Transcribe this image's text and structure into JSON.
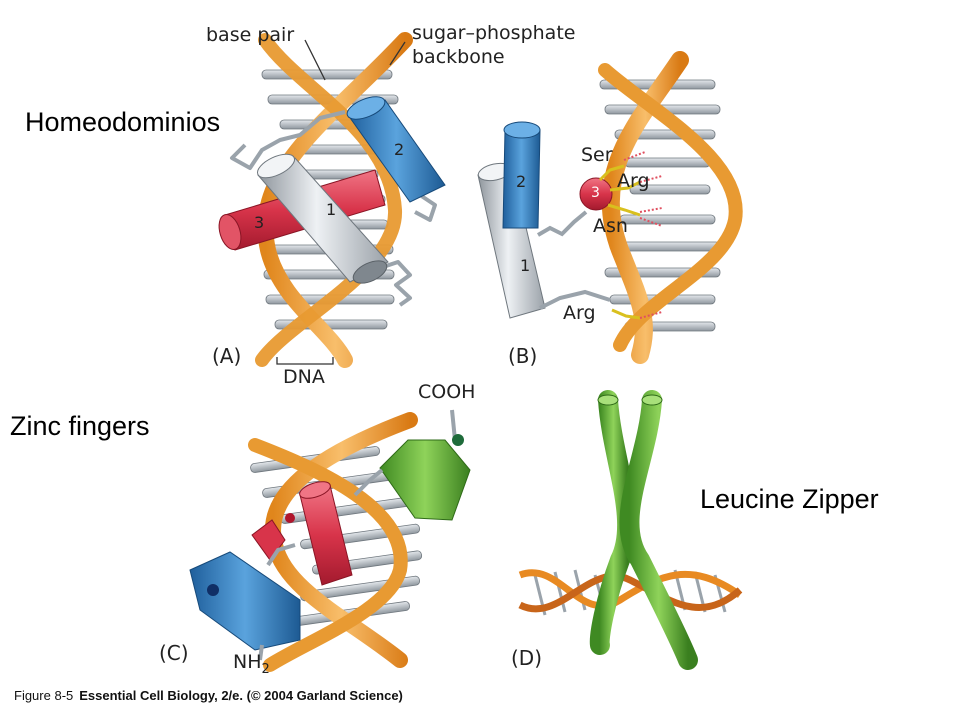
{
  "side_titles": {
    "homeodomains": "Homeodominios",
    "zinc_fingers": "Zinc fingers",
    "leucine_zipper": "Leucine Zipper"
  },
  "panel_a": {
    "letter": "(A)",
    "base_pair_label": "base pair",
    "backbone_label_line1": "sugar–phosphate",
    "backbone_label_line2": "backbone",
    "dna_label": "DNA",
    "helix_numbers": [
      "1",
      "2",
      "3"
    ]
  },
  "panel_b": {
    "letter": "(B)",
    "residues": [
      "Ser",
      "Arg",
      "Asn",
      "Arg"
    ],
    "helix_numbers": [
      "1",
      "2",
      "3"
    ]
  },
  "panel_c": {
    "letter": "(C)",
    "cooh_label": "COOH",
    "nh2_label": "NH",
    "nh2_subscript": "2"
  },
  "panel_d": {
    "letter": "(D)"
  },
  "caption": {
    "figure": "Figure 8-5",
    "text": "Essential Cell Biology, 2/e. (© 2004 Garland Science)"
  },
  "colors": {
    "backbone": "#f0a23a",
    "base_pair": "#b5bcc4",
    "helix_blue": "#3a86c8",
    "helix_red": "#d8344a",
    "helix_gray": "#c9ced4",
    "helix_green": "#6cb33c"
  }
}
